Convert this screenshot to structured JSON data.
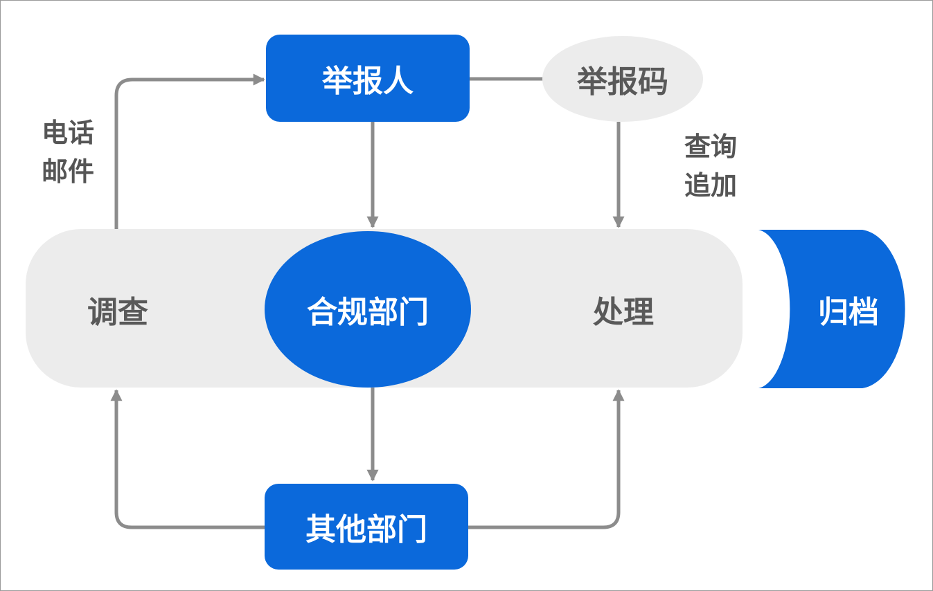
{
  "colors": {
    "primary_blue": "#0b69db",
    "panel_grey": "#ececec",
    "connector_grey": "#8c8c8c",
    "text_grey": "#595959"
  },
  "nodes": {
    "reporter": "举报人",
    "report_code": "举报码",
    "compliance_dept": "合规部门",
    "other_dept": "其他部门",
    "investigate": "调查",
    "handle": "处理",
    "archive": "归档"
  },
  "edge_labels": {
    "phone": "电话",
    "mail": "邮件",
    "query": "查询",
    "append": "追加"
  }
}
